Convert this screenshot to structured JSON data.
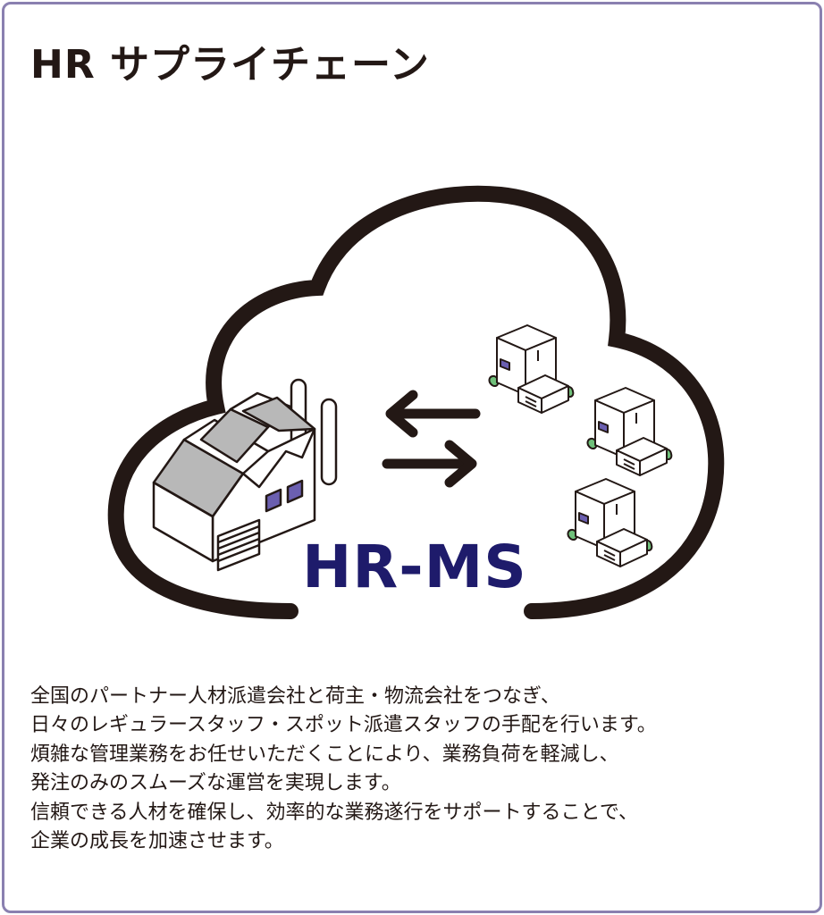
{
  "title": "HR サプライチェーン",
  "logo_text": "HR-MS",
  "colors": {
    "border": "#8a80b0",
    "ink": "#231815",
    "logo": "#1e1b6b",
    "window": "#6b5fb0",
    "tree": "#6fc07a",
    "roof": "#b8b8b8"
  },
  "icons": {
    "factory": "factory-icon",
    "exchange": "exchange-arrows-icon",
    "buildings": "office-building-icon"
  },
  "description": [
    "全国のパートナー人材派遣会社と荷主・物流会社をつなぎ、",
    "日々のレギュラースタッフ・スポット派遣スタッフの手配を行います。",
    "煩雑な管理業務をお任せいただくことにより、業務負荷を軽減し、",
    "発注のみのスムーズな運営を実現します。",
    "信頼できる人材を確保し、効率的な業務遂行をサポートすることで、",
    "企業の成長を加速させます。"
  ]
}
